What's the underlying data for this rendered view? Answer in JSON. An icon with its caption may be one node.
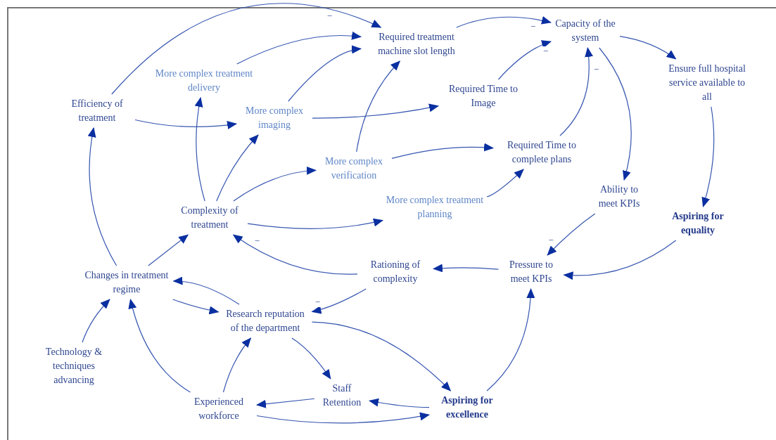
{
  "diagram": {
    "nodes": [
      {
        "text": [
          "Required treatment machine slot length"
        ]
      },
      {
        "text": [
          "Capacity of the system"
        ]
      },
      {
        "text": [
          "Ensure full hospital service available to all"
        ]
      },
      {
        "text": [
          "More complex treatment delivery"
        ]
      },
      {
        "text": [
          "Efficiency of treatment"
        ]
      },
      {
        "text": [
          "More complex imaging"
        ]
      },
      {
        "text": [
          "Required Time to Image"
        ]
      },
      {
        "text": [
          "More complex verification"
        ]
      },
      {
        "text": [
          "Required Time to complete  plans"
        ]
      },
      {
        "text": [
          "Complexity of treatment"
        ]
      },
      {
        "text": [
          "More complex treatment planning"
        ]
      },
      {
        "text": [
          "Ability to meet KPIs"
        ]
      },
      {
        "text": [
          "Aspiring for equality"
        ]
      },
      {
        "text": [
          "Changes in treatment regime"
        ]
      },
      {
        "text": [
          "Rationing of complexity"
        ]
      },
      {
        "text": [
          "Pressure to meet KPIs"
        ]
      },
      {
        "text": [
          "Research reputation of the department"
        ]
      },
      {
        "text": [
          "Technology & techniques advancing"
        ]
      },
      {
        "text": [
          "Staff Retention"
        ]
      },
      {
        "text": [
          "Experienced workforce"
        ]
      },
      {
        "text": [
          "Aspiring for excellence"
        ]
      }
    ],
    "edges": [
      {
        "from": 4,
        "to": 0,
        "arrow": "to",
        "label": "−"
      },
      {
        "from": 3,
        "to": 0,
        "arrow": "to"
      },
      {
        "from": 5,
        "to": 0,
        "arrow": "to"
      },
      {
        "from": 7,
        "to": 0,
        "arrow": "to"
      },
      {
        "from": 0,
        "to": 1,
        "arrow": "to",
        "label": "−"
      },
      {
        "from": 6,
        "to": 1,
        "arrow": "to",
        "label": "−"
      },
      {
        "from": 8,
        "to": 1,
        "arrow": "to",
        "label": "−"
      },
      {
        "from": 1,
        "to": 2,
        "arrow": "to"
      },
      {
        "from": 1,
        "to": 11,
        "arrow": "to"
      },
      {
        "from": 2,
        "to": 12,
        "arrow": "to"
      },
      {
        "from": 4,
        "to": 5,
        "arrow": "to"
      },
      {
        "from": 13,
        "to": 4,
        "arrow": "to"
      },
      {
        "from": 9,
        "to": 3,
        "arrow": "to"
      },
      {
        "from": 9,
        "to": 5,
        "arrow": "to"
      },
      {
        "from": 9,
        "to": 7,
        "arrow": "to"
      },
      {
        "from": 9,
        "to": 10,
        "arrow": "to"
      },
      {
        "from": 5,
        "to": 6,
        "arrow": "to"
      },
      {
        "from": 7,
        "to": 8,
        "arrow": "to"
      },
      {
        "from": 10,
        "to": 8,
        "arrow": "to"
      },
      {
        "from": 11,
        "to": 15,
        "arrow": "to",
        "label": "−"
      },
      {
        "from": 12,
        "to": 15,
        "arrow": "to"
      },
      {
        "from": 15,
        "to": 14,
        "arrow": "to"
      },
      {
        "from": 14,
        "to": 9,
        "arrow": "to",
        "label": "−"
      },
      {
        "from": 14,
        "to": 16,
        "arrow": "to",
        "label": "−"
      },
      {
        "from": 13,
        "to": 9,
        "arrow": "to"
      },
      {
        "from": 16,
        "to": 13,
        "arrow": "to"
      },
      {
        "from": 13,
        "to": 16,
        "arrow": "to"
      },
      {
        "from": 17,
        "to": 13,
        "arrow": "to"
      },
      {
        "from": 19,
        "to": 13,
        "arrow": "to"
      },
      {
        "from": 19,
        "to": 16,
        "arrow": "to"
      },
      {
        "from": 16,
        "to": 18,
        "arrow": "to"
      },
      {
        "from": 18,
        "to": 19,
        "arrow": "to"
      },
      {
        "from": 20,
        "to": 18,
        "arrow": "to"
      },
      {
        "from": 16,
        "to": 20,
        "arrow": "to"
      },
      {
        "from": 19,
        "to": 20,
        "arrow": "to"
      },
      {
        "from": 20,
        "to": 15,
        "arrow": "to"
      }
    ]
  }
}
